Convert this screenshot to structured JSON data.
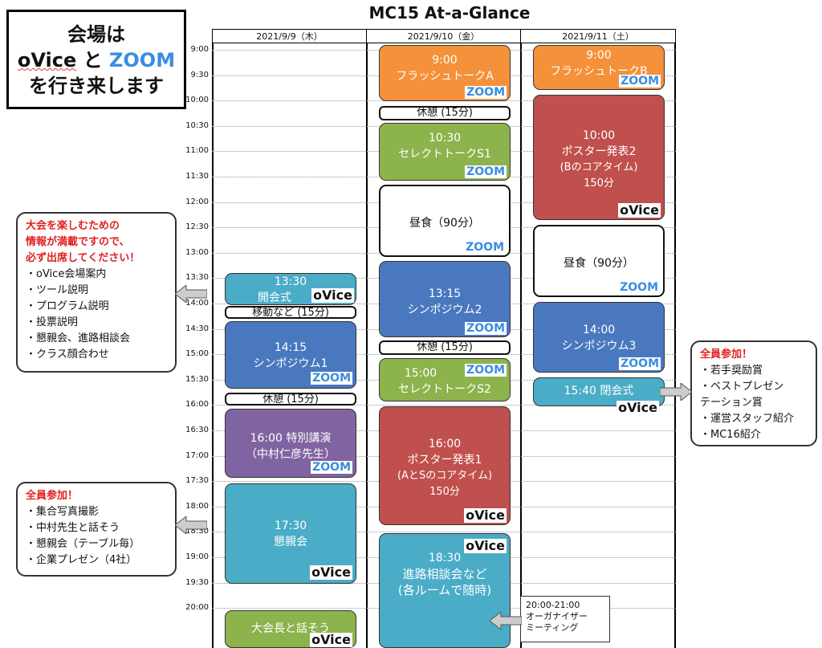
{
  "page_title": "MC15 At-a-Glance",
  "venue_box": {
    "line1": "会場は",
    "ovice": "oVice",
    "and": " と ",
    "zoom": "ZOOM",
    "line3": "を行き来します"
  },
  "days": [
    "2021/9/9（木）",
    "2021/9/10（金）",
    "2021/9/11（土）"
  ],
  "times": [
    "9:00",
    "9:30",
    "10:00",
    "10:30",
    "11:00",
    "11:30",
    "12:00",
    "12:30",
    "13:00",
    "13:30",
    "14:00",
    "14:30",
    "15:00",
    "15:30",
    "16:00",
    "16:30",
    "17:00",
    "17:30",
    "18:00",
    "18:30",
    "19:00",
    "19:30",
    "20:00"
  ],
  "events": {
    "d1": {
      "opening": {
        "time": "13:30",
        "label": "開会式",
        "tag": "oVice"
      },
      "move": "移動など (15分)",
      "sym1": {
        "time": "14:15",
        "label": "シンポジウム1",
        "tag": "ZOOM"
      },
      "break1": "休憩 (15分)",
      "lecture": {
        "time": "16:00 特別講演",
        "label": "（中村仁彦先生）",
        "tag": "ZOOM"
      },
      "party": {
        "time": "17:30",
        "label": "懇親会",
        "tag": "oVice"
      },
      "president": {
        "label": "大会長と話そう",
        "tag": "oVice"
      }
    },
    "d2": {
      "flashA": {
        "time": "9:00",
        "label": "フラッシュトークA",
        "tag": "ZOOM"
      },
      "break1": "休憩 (15分)",
      "selS1": {
        "time": "10:30",
        "label": "セレクトトークS1",
        "tag": "ZOOM"
      },
      "lunch": {
        "label": "昼食（90分）",
        "tag": "ZOOM"
      },
      "sym2": {
        "time": "13:15",
        "label": "シンポジウム2",
        "tag": "ZOOM"
      },
      "break2": "休憩 (15分)",
      "selS2": {
        "time": "15:00",
        "label": "セレクトトークS2",
        "tag": "ZOOM"
      },
      "poster1": {
        "time": "16:00",
        "label": "ポスター発表1",
        "sub": "(AとSのコアタイム)",
        "dur": "150分",
        "tag": "oVice"
      },
      "career": {
        "time": "18:30",
        "label": "進路相談会など",
        "sub": "(各ルームで随時)",
        "tag": "oVice"
      }
    },
    "d3": {
      "flashB": {
        "time": "9:00",
        "label": "フラッシュトークB",
        "tag": "ZOOM"
      },
      "poster2": {
        "time": "10:00",
        "label": "ポスター発表2",
        "sub": "(Bのコアタイム)",
        "dur": "150分",
        "tag": "oVice"
      },
      "lunch": {
        "label": "昼食（90分）",
        "tag": "ZOOM"
      },
      "sym3": {
        "time": "14:00",
        "label": "シンポジウム3",
        "tag": "ZOOM"
      },
      "closing": {
        "label": "15:40 閉会式",
        "tag": "oVice"
      }
    }
  },
  "callouts": {
    "info": {
      "head1": "大会を楽しむための",
      "head2": "情報が満載ですので、",
      "head3": "必ず出席してください！",
      "items": [
        "・oVice会場案内",
        "・ツール説明",
        "・プログラム説明",
        "・投票説明",
        "・懇親会、進路相談会",
        "・クラス顔合わせ"
      ]
    },
    "party": {
      "head": "全員参加！",
      "items": [
        "・集合写真撮影",
        "・中村先生と話そう",
        "・懇親会（テーブル毎）",
        "・企業プレゼン（4社）"
      ]
    },
    "closing": {
      "head": "全員参加！",
      "items": [
        "・若手奨励賞",
        "・ベストプレゼン",
        "テーション賞",
        "・運営スタッフ紹介",
        "・MC16紹介"
      ]
    },
    "organizer": {
      "time": "20:00-21:00",
      "line1": "オーガナイザー",
      "line2": "ミーティング"
    }
  },
  "colors": {
    "orange": "#f5913a",
    "green": "#8db34c",
    "blue": "#4a78bf",
    "red": "#c0504d",
    "teal": "#4aacc6",
    "purple": "#8063a1",
    "zoom": "#3a8de0",
    "alert": "#e02020"
  }
}
